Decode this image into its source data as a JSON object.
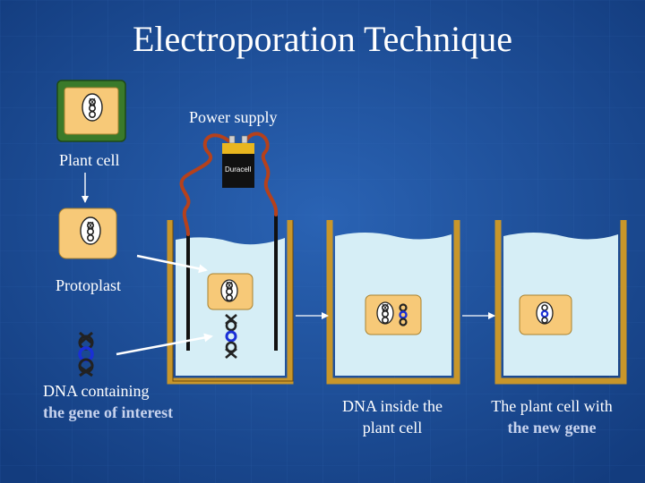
{
  "title": "Electroporation Technique",
  "labels": {
    "power_supply": "Power supply",
    "plant_cell": "Plant cell",
    "protoplast": "Protoplast",
    "dna_line1": "DNA containing",
    "dna_line2": "the gene of interest",
    "inside_line1": "DNA inside the",
    "inside_line2": "plant cell",
    "new_line1": "The plant cell with",
    "new_line2": "the new gene",
    "battery": "Duracell"
  },
  "colors": {
    "background": "#1c4f9c",
    "cell_fill": "#f7c978",
    "cell_wall": "#3a7a2a",
    "wire": "#b5411c",
    "water": "#d6eef6",
    "container": "#c8962a",
    "foreign_dna": "#1a2fd6"
  }
}
